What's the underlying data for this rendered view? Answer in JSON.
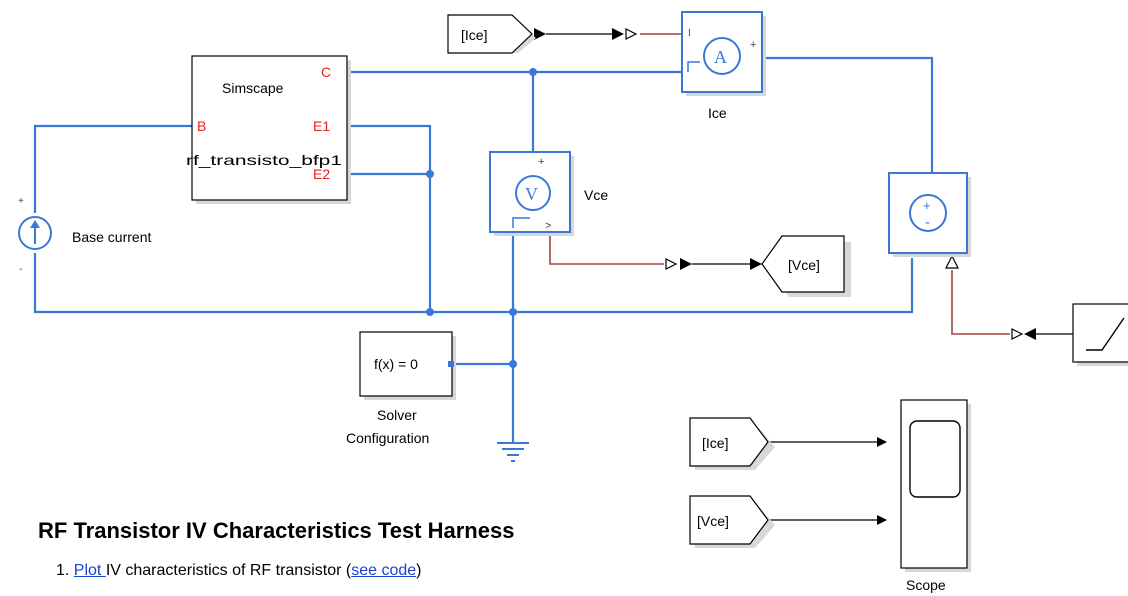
{
  "model": {
    "title": "RF Transistor IV Characteristics Test Harness",
    "notes": [
      {
        "num": "1.",
        "link1": "Plot ",
        "text": "IV characteristics of RF transistor (",
        "link2": "see code",
        "end": ")"
      }
    ]
  },
  "blocks": {
    "simscape": {
      "title": "Simscape",
      "param": "rf_transisto_bfp1",
      "port_c": "C",
      "port_b": "B",
      "port_e1": "E1",
      "port_e2": "E2"
    },
    "base_current": {
      "label": "Base current",
      "icon": "current-source-icon"
    },
    "ice_sensor": {
      "label": "Ice",
      "symbol": "A"
    },
    "vce_sensor": {
      "label": "Vce",
      "symbol": "V"
    },
    "voltage_source": {
      "icon": "voltage-source-icon",
      "plus": "+",
      "minus": "-"
    },
    "solver": {
      "text": "f(x) = 0",
      "label_line1": "Solver",
      "label_line2": "Configuration"
    },
    "goto_ice": {
      "text": "[Ice]"
    },
    "goto_vce": {
      "text": "[Vce]"
    },
    "from_ice": {
      "text": "[Ice]"
    },
    "from_vce": {
      "text": "[Vce]"
    },
    "scope": {
      "label": "Scope"
    },
    "ramp": {
      "icon": "ramp-icon"
    },
    "ground": {
      "icon": "ground-icon"
    }
  },
  "colors": {
    "physical_wire": "#3a78d8",
    "signal_wire": "#000000",
    "ps_signal_wire": "#a04545",
    "port_label": "#e8201f",
    "link": "#1a44d0"
  }
}
